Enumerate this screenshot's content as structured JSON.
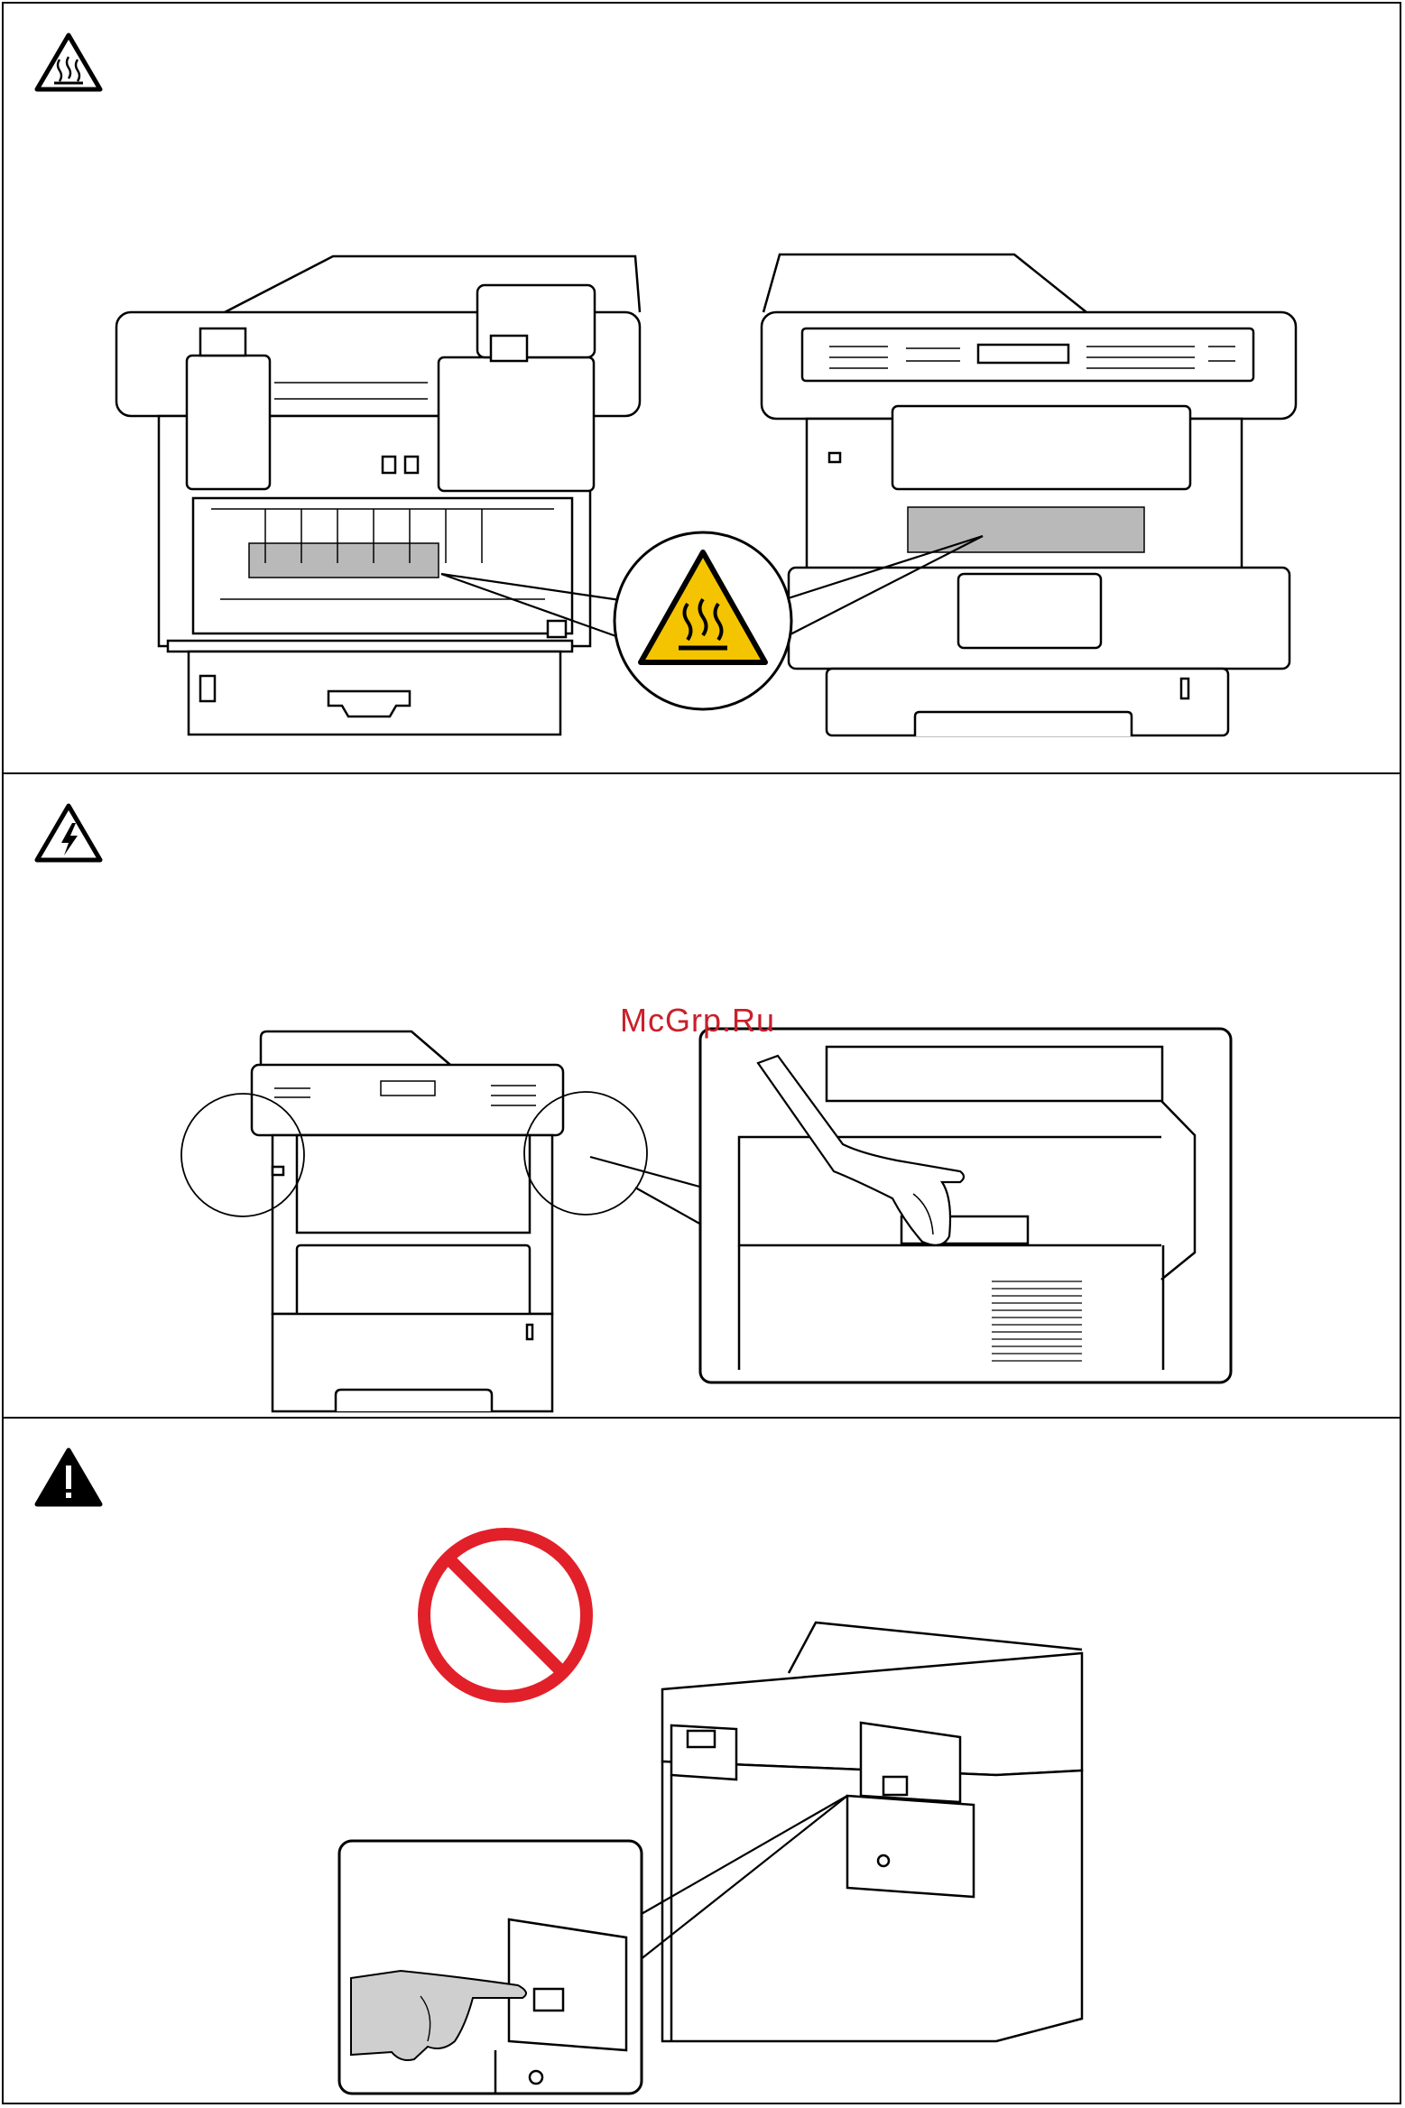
{
  "panels": [
    {
      "id": "heat",
      "icon": "hot-surface-icon",
      "accent": "#f5c400"
    },
    {
      "id": "electric",
      "icon": "electric-shock-icon"
    },
    {
      "id": "caution",
      "icon": "caution-icon",
      "prohibit_color": "#e2202a"
    }
  ],
  "watermark": {
    "text": "McGrp.Ru",
    "color": "#c9202a"
  }
}
